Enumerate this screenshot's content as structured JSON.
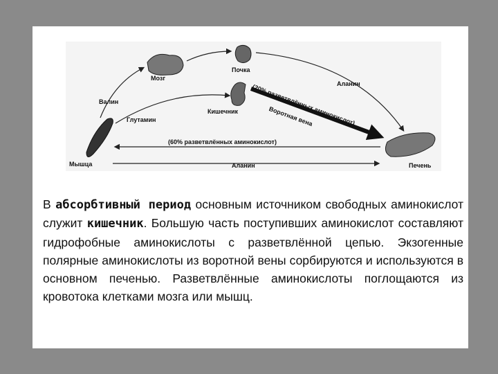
{
  "diagram": {
    "labels": {
      "kidney": "Почка",
      "brain": "Мозг",
      "alanine_top": "Аланин",
      "valine": "Валин",
      "glutamine": "Глутамин",
      "intestine": "Кишечник",
      "branched_20": "(20% разветвлённых аминокислот)",
      "portal_vein": "Воротная вена",
      "branched_60": "(60% разветвлённых аминокислот)",
      "muscle": "Мышца",
      "alanine_bottom": "Аланин",
      "liver": "Печень"
    }
  },
  "paragraph": {
    "p1": "В ",
    "p2": "абсорбтивный период",
    "p3": " основным источником свободных аминокислот служит ",
    "p4": "кишечник",
    "p5": ". Большую часть поступивших аминокислот составляют гидрофобные аминокислоты с разветвлённой цепью. Экзогенные полярные аминокислоты из воротной вены сорбируются и используются в основном печенью. Разветвлённые аминокислоты поглощаются из кровотока клетками мозга или мышц."
  }
}
